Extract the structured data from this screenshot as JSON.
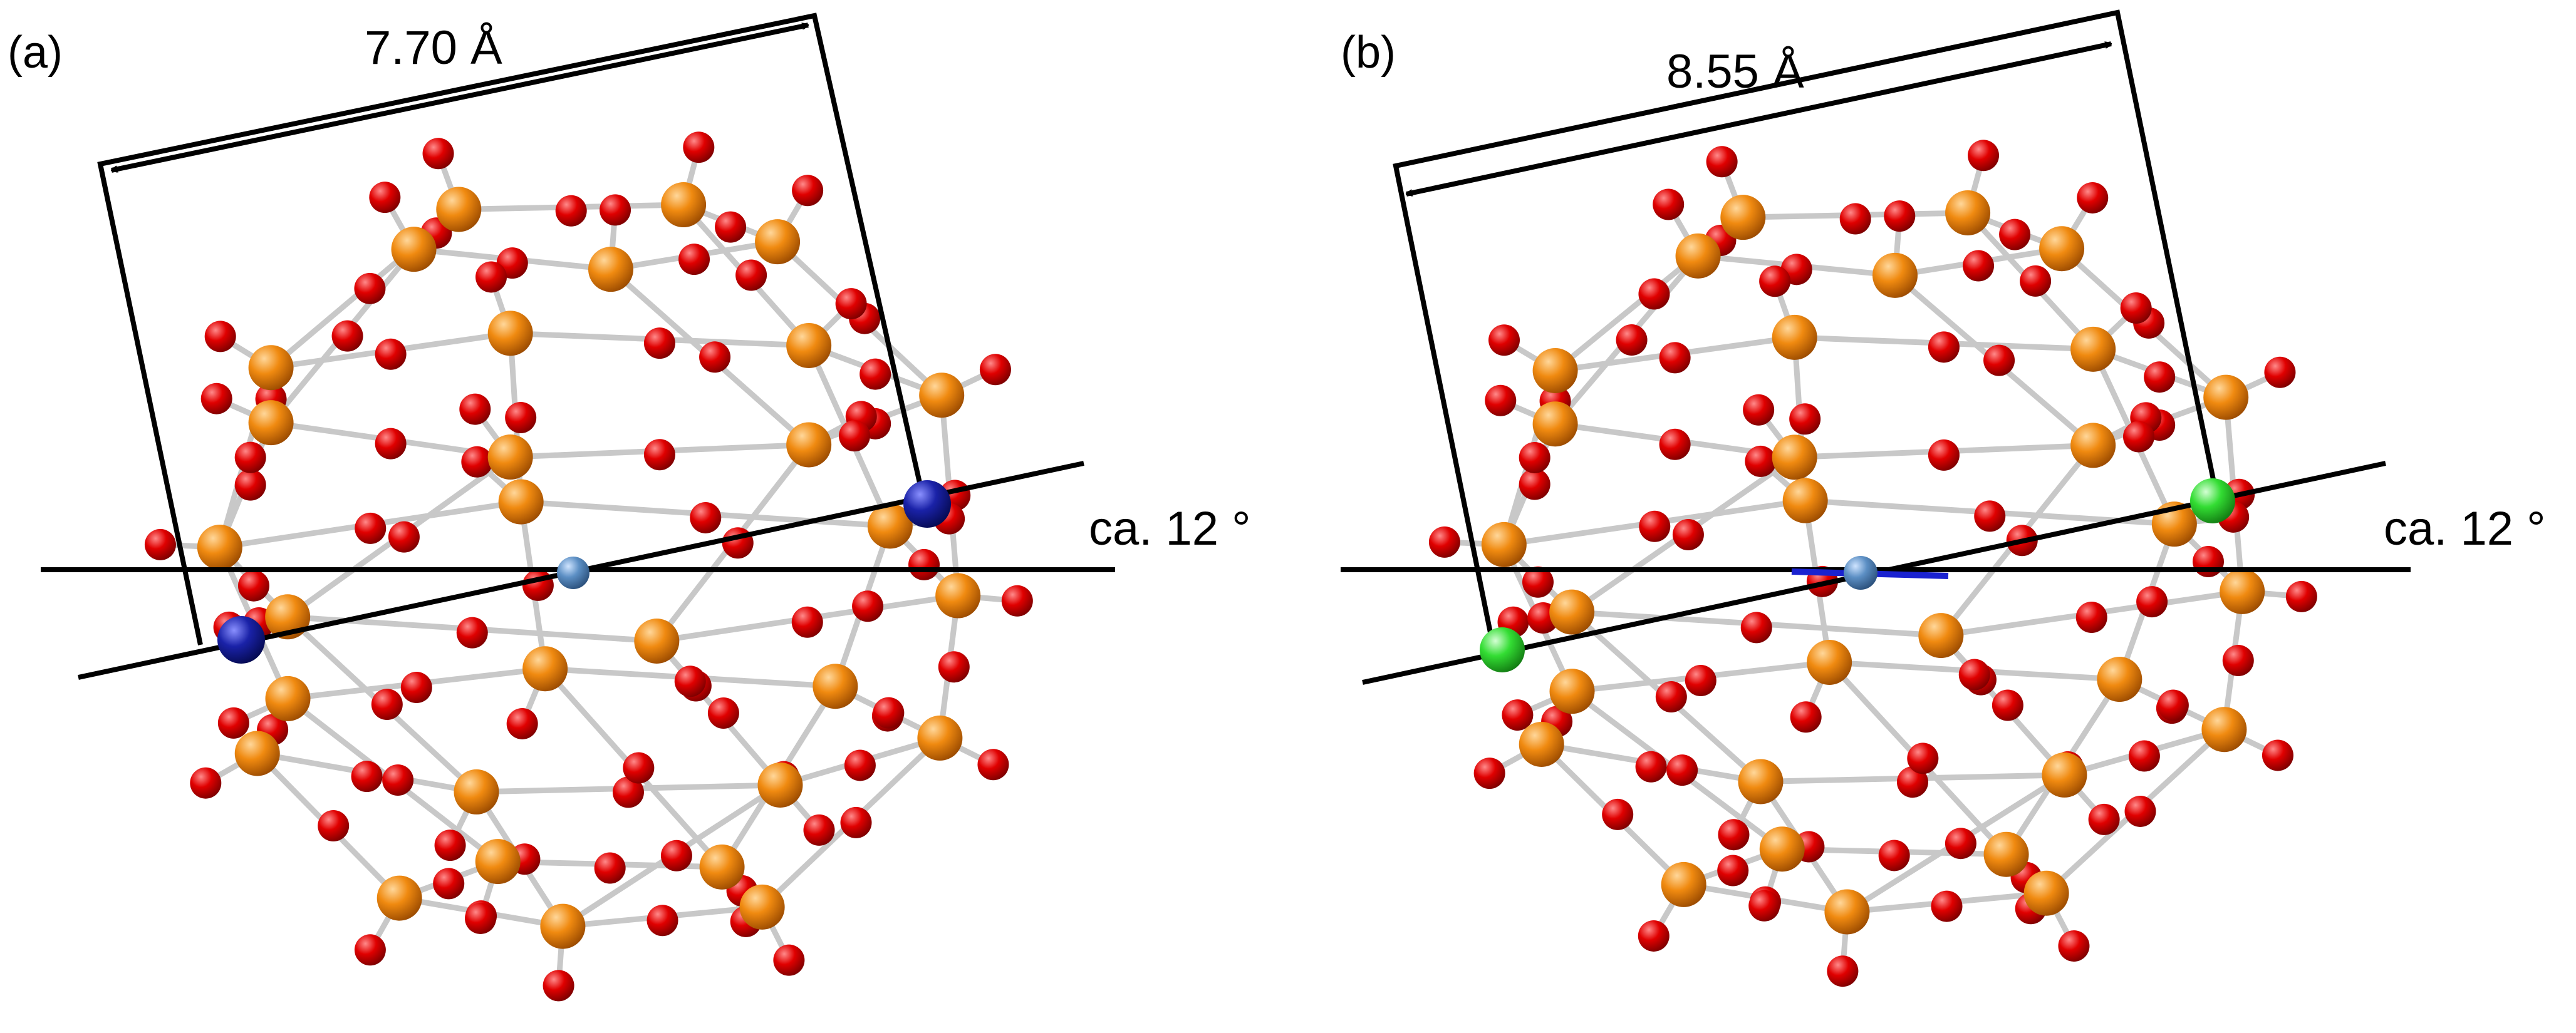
{
  "panels": [
    {
      "id": "a",
      "label": "(a)",
      "distance_label": "7.70 Å",
      "angle_label": "ca. 12 °",
      "heteroatom_color": "#1a22a8"
    },
    {
      "id": "b",
      "label": "(b)",
      "distance_label": "8.55 Å",
      "angle_label": "ca. 12 °",
      "heteroatom_color": "#33dd33"
    }
  ],
  "colors": {
    "addenda_atom": "#f08a10",
    "oxygen_atom": "#e00000",
    "central_atom": "#5c8fc4",
    "bond": "#c8c8c8",
    "line": "#000000"
  }
}
